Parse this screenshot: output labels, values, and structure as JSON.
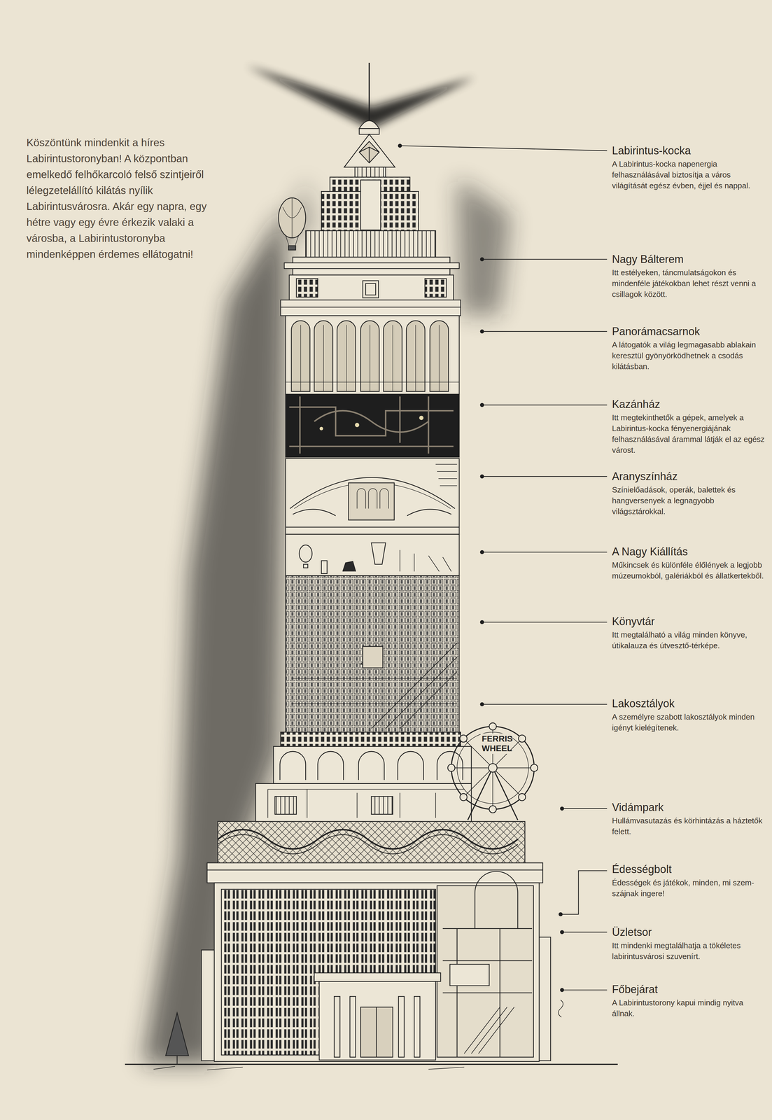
{
  "diagram": {
    "labels": [
      "Köszöntünk mindenkit a híres Labirintustoronyban! A központban emelkedő felhőkarcoló felső szintjeiről lélegzetelállító kilátás nyílik Labirintusvárosra. Akár egy napra, egy hétre vagy egy évre érkezik valaki a városba, a Labirintustoronyba mindenképpen érdemes ellátogatni!",
      "Labirintus-kocka",
      "A Labirintus-kocka napenergia felhasználásával biztosítja a város világítását egész évben, éjjel és nappal.",
      "Nagy Bálterem",
      "Itt estélyeken, táncmulatságokon és mindenféle játékokban lehet részt venni a csillagok között.",
      "Panorámacsarnok",
      "A látogatók a világ legmagasabb ablakain keresztül gyönyörködhetnek a csodás kilátásban.",
      "Kazánház",
      "Itt megtekinthetők a gépek, amelyek a Labirintus-kocka fényenergiájának felhasználásával árammal látják el az egész várost.",
      "Aranyszínház",
      "Színielőadások, operák, balettek és hangversenyek a legnagyobb világsztárokkal.",
      "A Nagy Kiállítás",
      "Műkincsek és különféle élőlények a legjobb múzeumokból, galériákból és állatkertekből.",
      "Könyvtár",
      "Itt megtalálható a világ minden könyve, útikalauza és útvesztő-térképe.",
      "Lakosztályok",
      "A személyre szabott lakosztályok minden igényt kielégítenek.",
      "Vidámpark",
      "Hullámvasutazás és körhintázás a háztetők felett.",
      "Édességbolt",
      "Édességek és játékok, minden, mi szem-szájnak ingere!",
      "Üzletsor",
      "Itt mindenki megtalálhatja a tökéletes labirintusvárosi szuvenírt.",
      "Főbejárat",
      "A Labirintustorony kapui mindig nyitva állnak.",
      "FERRIS WHEEL"
    ]
  }
}
